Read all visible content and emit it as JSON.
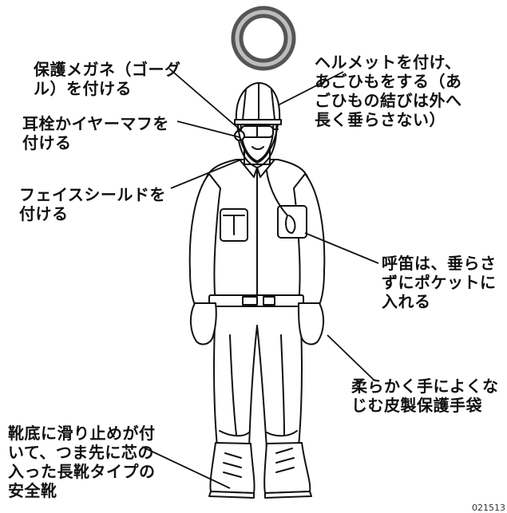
{
  "mark": "〇",
  "labels": {
    "goggles": [
      "保護メガネ（ゴーグ",
      "ル）を付ける"
    ],
    "earplugs": [
      "耳栓かイヤーマフを",
      "付ける"
    ],
    "faceshield": [
      "フェイスシールドを",
      "付ける"
    ],
    "soles": [
      "靴底に滑り止めが付",
      "いて、つま先に芯の",
      "入った長靴タイプの",
      "安全靴"
    ],
    "helmet": [
      "ヘルメットを付け、",
      "あごひもをする（あ",
      "ごひもの結びは外へ",
      "長く垂らさない）"
    ],
    "whistle": [
      "呼笛は、垂らさ",
      "ずにポケットに",
      "入れる"
    ],
    "gloves": [
      "柔らかく手によくな",
      "じむ皮製保護手袋"
    ]
  },
  "figure_code": "021513",
  "colors": {
    "ink": "#111111",
    "ring_outer": "#555555",
    "ring_inner": "#bdbdbd"
  }
}
